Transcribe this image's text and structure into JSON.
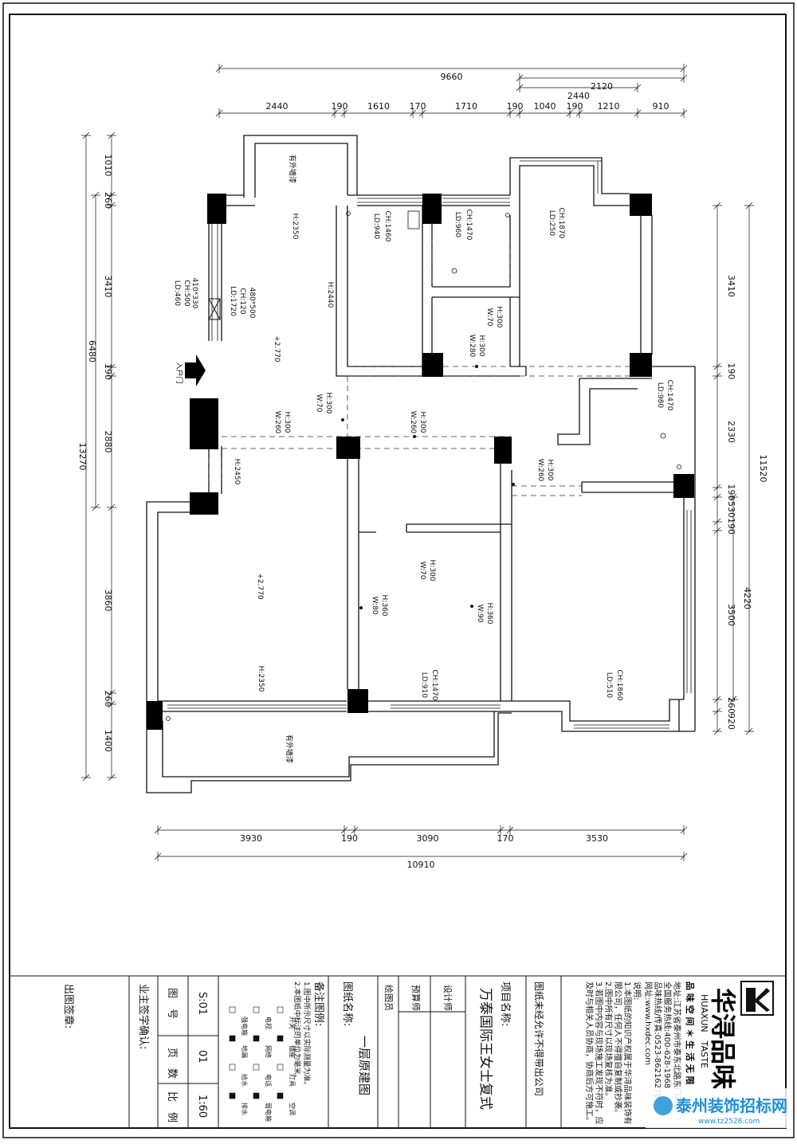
{
  "dimensions": {
    "top_total": "9660",
    "top_right_a": "2120",
    "top_right_b": "2440",
    "top_segments": [
      "2440",
      "190",
      "1610",
      "170",
      "1710",
      "190",
      "1040",
      "190",
      "1210",
      "910"
    ],
    "left_segments": [
      "1010",
      "260",
      "3410",
      "190",
      "2880",
      "3860",
      "260",
      "1400"
    ],
    "left_sub": "6480",
    "left_total": "13270",
    "right_segments": [
      "3410",
      "190",
      "2330",
      "190",
      "530",
      "190",
      "3500",
      "260",
      "920"
    ],
    "right_sub": "4220",
    "right_total": "11520",
    "bottom_segments": [
      "3930",
      "190",
      "3090",
      "170",
      "3530"
    ],
    "bottom_total": "10910"
  },
  "room_labels": {
    "balcony_top": "有外墙漆",
    "balcony_bottom": "有外墙漆",
    "entrance": "入户门",
    "level_top": "+2.770",
    "level_bottom": "+2.770"
  },
  "annotations": [
    "H:2350",
    "H:2440",
    "H:2450",
    "H:2350",
    "CH:1460",
    "LD:940",
    "CH:1470",
    "LD:960",
    "CH:1870",
    "LD:250",
    "410*330",
    "CH:500",
    "LD:460",
    "480*500",
    "CH:120",
    "LD:1720",
    "H:300",
    "W:70",
    "H:300",
    "W:280",
    "H:300",
    "W:70",
    "H:300",
    "W:260",
    "H:300",
    "W:260",
    "CH:1470",
    "LD:980",
    "H:300",
    "W:260",
    "H:300",
    "W:70",
    "H:360",
    "W:80",
    "H:360",
    "W:90",
    "CH:1470",
    "LD:910",
    "CH:1860",
    "LD:510"
  ],
  "title_block": {
    "outdoor_sign": "出图签章:",
    "owner_confirm": "业主签字确认:",
    "page_label": "页　数",
    "page_value": "01",
    "figure_label": "图　号",
    "figure_value": "S:01",
    "scale_label": "比　例",
    "scale_value": "1:60",
    "legend_title": "备注图例:",
    "legend_note_1": "1.图中所示尺寸以实际测量为准。",
    "legend_note_2": "2.本图纸中标注的单位为毫米。",
    "legend_items": [
      "开关",
      "插座",
      "灯具",
      "空调",
      "电视",
      "网络",
      "电话",
      "弱电箱",
      "强电箱",
      "地漏",
      "给水",
      "排水"
    ],
    "drawing_name_label": "图纸名称:",
    "drawing_name": "一层原建图",
    "drawer": "绘图员",
    "reviewer": "预算师",
    "designer": "设计师",
    "project_label": "项目名称:",
    "project_name": "万泰国际王女士复式",
    "copyright": "图纸未经允许不得带出公司",
    "notes_title": "说明:",
    "notes": [
      "1.本图纸的知识产权属于华浔品味装饰有",
      "限公司，任何人不得擅自复制或抄袭。",
      "2.图中所有尺寸以现场复核为准。",
      "3.若图中内容与现场施工发现不符时，应",
      "及时与相关人员协商，协商后方可施工。"
    ],
    "company_line_1": "地址:江苏省泰州市泰东北路东门对面",
    "company_line_2": "全国服务热线:400-628-1968",
    "company_line_3": "品味热线/传真:0523-86216278",
    "company_line_4": "网址:www.hxdec.com",
    "brand_cn": "华浔品味",
    "brand_en": "HUAXUN　TASTE",
    "brand_slogan": "品 味 空 间 ＊ 生 活 无 限"
  },
  "watermark": {
    "site_name": "泰州装饰招标网",
    "url": "www.tz2528.com"
  },
  "colors": {
    "line": "#111111",
    "column": "#000000",
    "watermark": "#1e8fd6"
  }
}
